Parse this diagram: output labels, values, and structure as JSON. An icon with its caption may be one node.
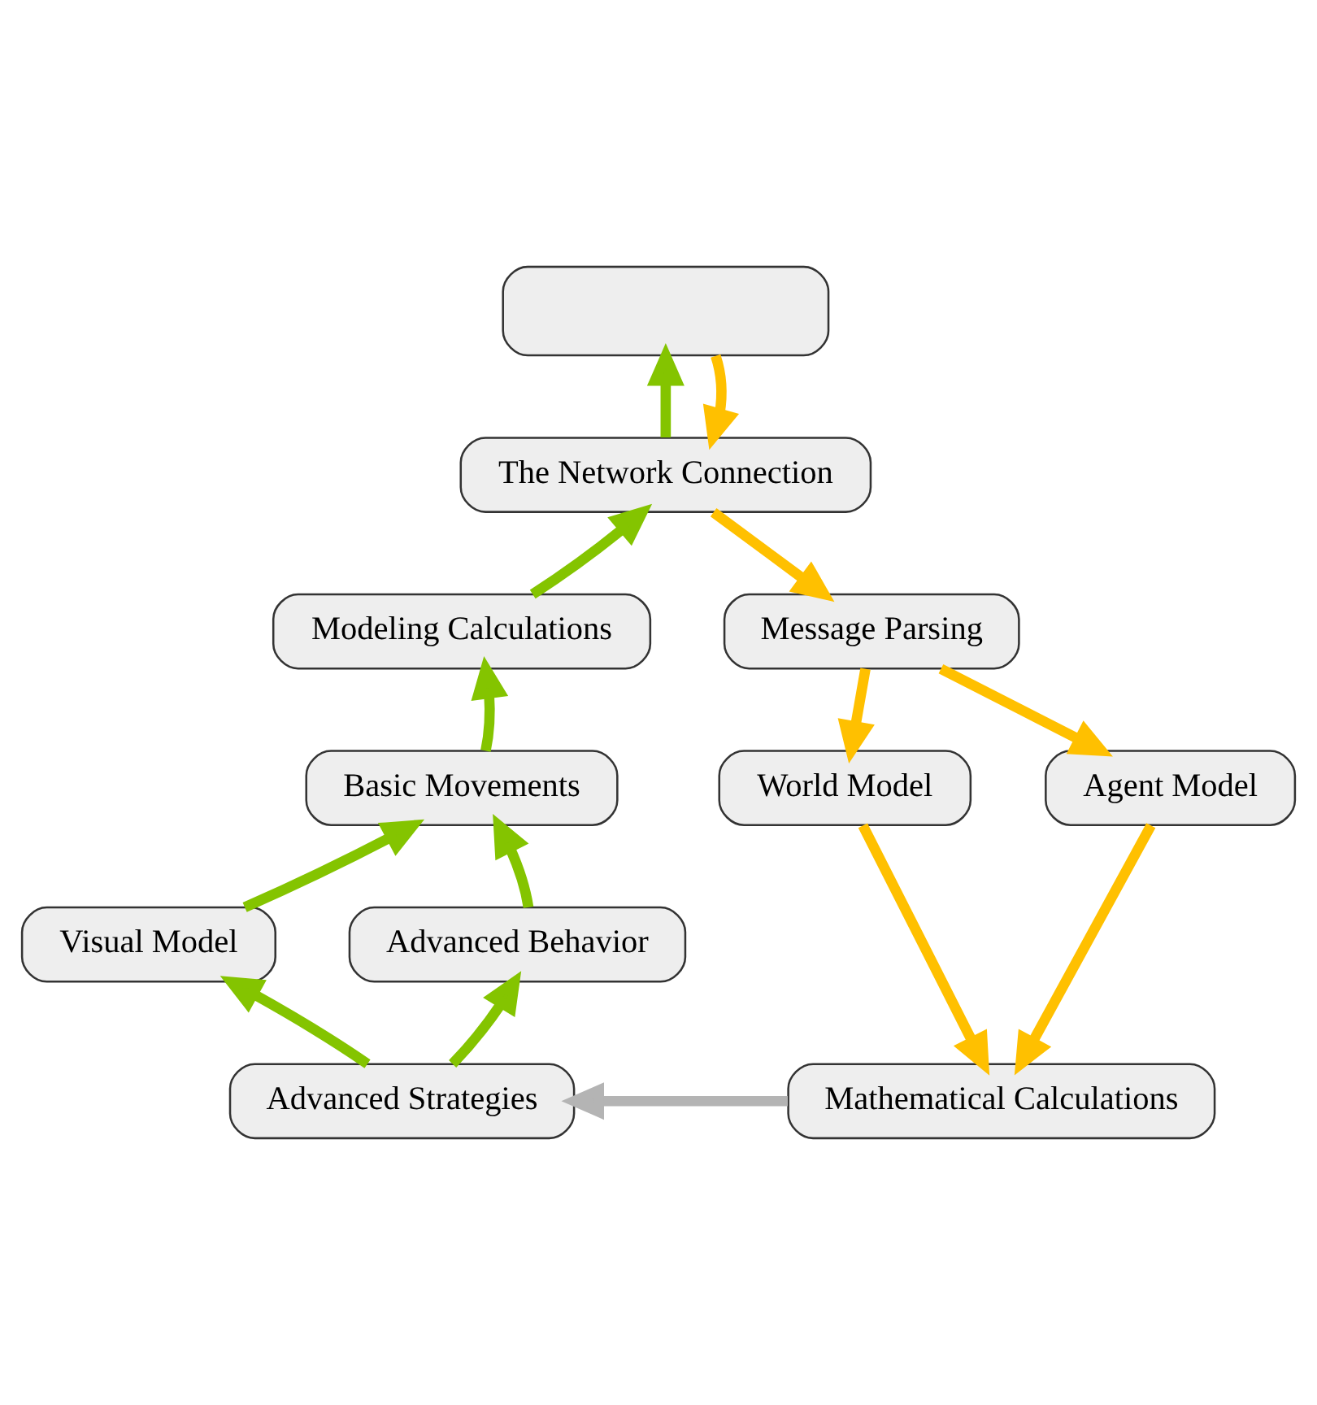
{
  "diagram": {
    "nodes": [
      {
        "text": [],
        "shape": "box"
      },
      {
        "text": [
          "The Network Connection"
        ]
      },
      {
        "text": [
          "Modeling Calculations"
        ]
      },
      {
        "text": [
          "Message Parsing"
        ]
      },
      {
        "text": [
          "Basic Movements"
        ]
      },
      {
        "text": [
          "World Model"
        ]
      },
      {
        "text": [
          "Agent Model"
        ]
      },
      {
        "text": [
          "Visual Model"
        ]
      },
      {
        "text": [
          "Advanced Behavior"
        ]
      },
      {
        "text": [
          "Advanced Strategies"
        ]
      },
      {
        "text": [
          "Mathematical Calculations"
        ]
      }
    ],
    "edges": [
      {
        "from": 1,
        "to": 0,
        "arrow": "to",
        "color": "#84c400"
      },
      {
        "from": 0,
        "to": 1,
        "arrow": "to",
        "color": "#ffc000"
      },
      {
        "from": 2,
        "to": 1,
        "arrow": "to",
        "color": "#84c400"
      },
      {
        "from": 1,
        "to": 3,
        "arrow": "to",
        "color": "#ffc000"
      },
      {
        "from": 4,
        "to": 2,
        "arrow": "to",
        "color": "#84c400"
      },
      {
        "from": 3,
        "to": 5,
        "arrow": "to",
        "color": "#ffc000"
      },
      {
        "from": 3,
        "to": 6,
        "arrow": "to",
        "color": "#ffc000"
      },
      {
        "from": 7,
        "to": 4,
        "arrow": "to",
        "color": "#84c400"
      },
      {
        "from": 8,
        "to": 4,
        "arrow": "to",
        "color": "#84c400"
      },
      {
        "from": 9,
        "to": 7,
        "arrow": "to",
        "color": "#84c400"
      },
      {
        "from": 9,
        "to": 8,
        "arrow": "to",
        "color": "#84c400"
      },
      {
        "from": 5,
        "to": 10,
        "arrow": "to",
        "color": "#ffc000"
      },
      {
        "from": 6,
        "to": 10,
        "arrow": "to",
        "color": "#ffc000"
      },
      {
        "from": 10,
        "to": 9,
        "arrow": "to",
        "color": "#b4b4b4"
      }
    ]
  }
}
